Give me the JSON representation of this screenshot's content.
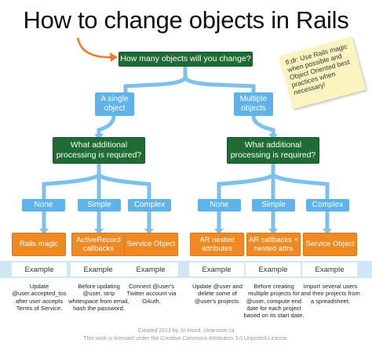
{
  "title": "How to change objects in Rails",
  "question_top": "How many objects will you change?",
  "branches_top": {
    "single": "A single object",
    "multiple": "Multiple objects"
  },
  "question_mid": {
    "left": "What additional processing is required?",
    "right": "What additional processing is required?"
  },
  "options": [
    "None",
    "Simple",
    "Complex",
    "None",
    "Simple",
    "Complex"
  ],
  "results": [
    "Rails magic",
    "ActiveRecord callbacks",
    "Service Object",
    "AR nested attributes",
    "AR callbacks + nested attrs",
    "Service Object"
  ],
  "example_label": "Example",
  "examples": [
    "Update @user.accepted_tos after user accepts Terms of Service.",
    "Before updating @user, strip whitespace from email, hash the password.",
    "Connect @user's Twitter account via OAuth.",
    "Update @user and delete some of @user's projects.",
    "Before creating multiple projects for @user, compute end date for each project based on its start date.",
    "Import several users and their projects from a spreadsheet."
  ],
  "note": "tl;dr: Use Rails magic when possible and Object Oriented best practices when necessary!",
  "footer": {
    "line1": "Created 2013 by Jo Hund, clearcove.ca",
    "line2": "This work is licensed under the Creative Commons Attribution 3.0 Unported License."
  },
  "colors": {
    "question": "#1f6b34",
    "branch": "#5fb3e8",
    "result": "#ef8a23",
    "arrow": "#f07a2a",
    "band": "#cfe7f7",
    "note": "#fbf4bf"
  }
}
